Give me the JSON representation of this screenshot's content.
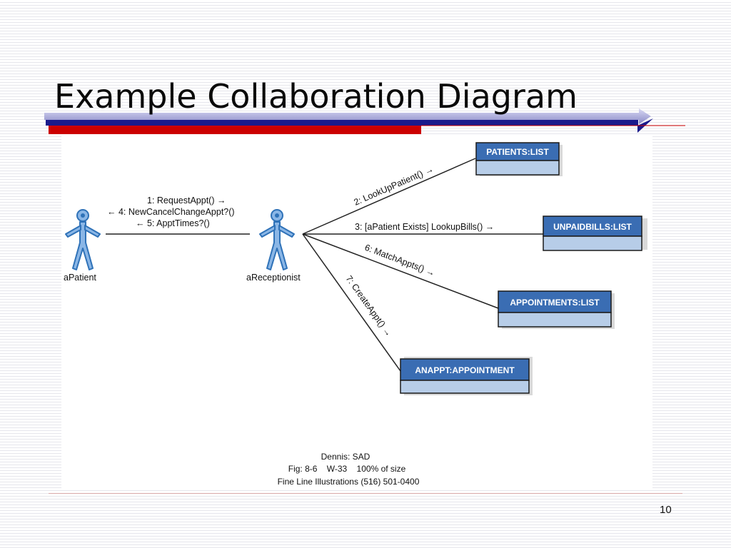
{
  "slide": {
    "title": "Example Collaboration Diagram",
    "page_number": "10"
  },
  "actors": {
    "patient": "aPatient",
    "receptionist": "aReceptionist"
  },
  "messages": {
    "m1": "1: RequestAppt() →",
    "m4": "← 4: NewCancelChangeAppt?()",
    "m5": "← 5: ApptTimes?()",
    "m2": "2: LookUpPatient() →",
    "m3": "3: [aPatient Exists] LookupBills() →",
    "m6": "6: MatchAppts() →",
    "m7": "7: CreateAppt() →"
  },
  "objects": {
    "patients": "PATIENTS:LIST",
    "unpaidbills": "UNPAIDBILLS:LIST",
    "appointments": "APPOINTMENTS:LIST",
    "anappt": "ANAPPT:APPOINTMENT"
  },
  "credits": {
    "line1": "Dennis: SAD",
    "line2": "Fig: 8-6    W-33    100% of size",
    "line3": "Fine Line Illustrations (516) 501-0400"
  },
  "colors": {
    "object_header": "#3a6db3",
    "object_body": "#b7cde8",
    "actor_fill": "#8ab6e6",
    "actor_stroke": "#2f72b8",
    "title_bar_blue": "#1a1a8c",
    "title_bar_red": "#cc0000"
  }
}
